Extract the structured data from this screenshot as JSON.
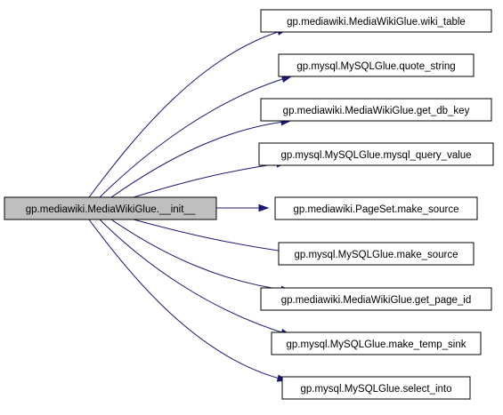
{
  "graph": {
    "root": {
      "label": "gp.mediawiki.MediaWikiGlue.__init__"
    },
    "callees": [
      {
        "label": "gp.mediawiki.MediaWikiGlue.wiki_table"
      },
      {
        "label": "gp.mysql.MySQLGlue.quote_string"
      },
      {
        "label": "gp.mediawiki.MediaWikiGlue.get_db_key"
      },
      {
        "label": "gp.mysql.MySQLGlue.mysql_query_value"
      },
      {
        "label": "gp.mediawiki.PageSet.make_source"
      },
      {
        "label": "gp.mysql.MySQLGlue.make_source"
      },
      {
        "label": "gp.mediawiki.MediaWikiGlue.get_page_id"
      },
      {
        "label": "gp.mysql.MySQLGlue.make_temp_sink"
      },
      {
        "label": "gp.mysql.MySQLGlue.select_into"
      }
    ],
    "edge_color": "#191970",
    "root_fill": "#bfbfbf"
  }
}
